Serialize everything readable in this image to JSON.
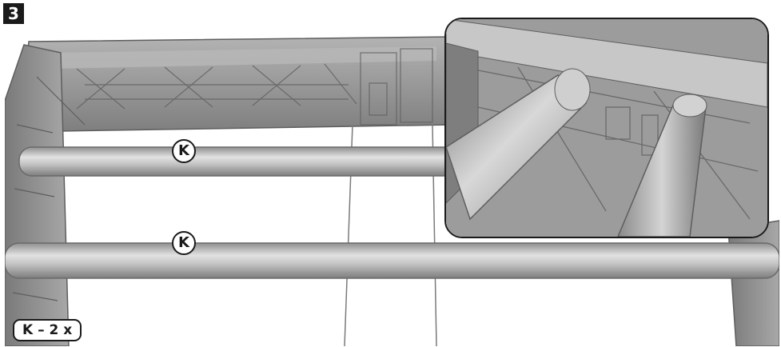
{
  "step": {
    "number": "3"
  },
  "callouts": [
    {
      "id": "upper-rod",
      "letter": "K"
    },
    {
      "id": "lower-rod",
      "letter": "K"
    }
  ],
  "quantity": {
    "label": "K – 2 x"
  },
  "colors": {
    "plastic": "#9a9a9a",
    "plastic_dark": "#6e6e6e",
    "rod": "#c4c4c4",
    "ink": "#1a1a1a",
    "background": "#ffffff"
  }
}
